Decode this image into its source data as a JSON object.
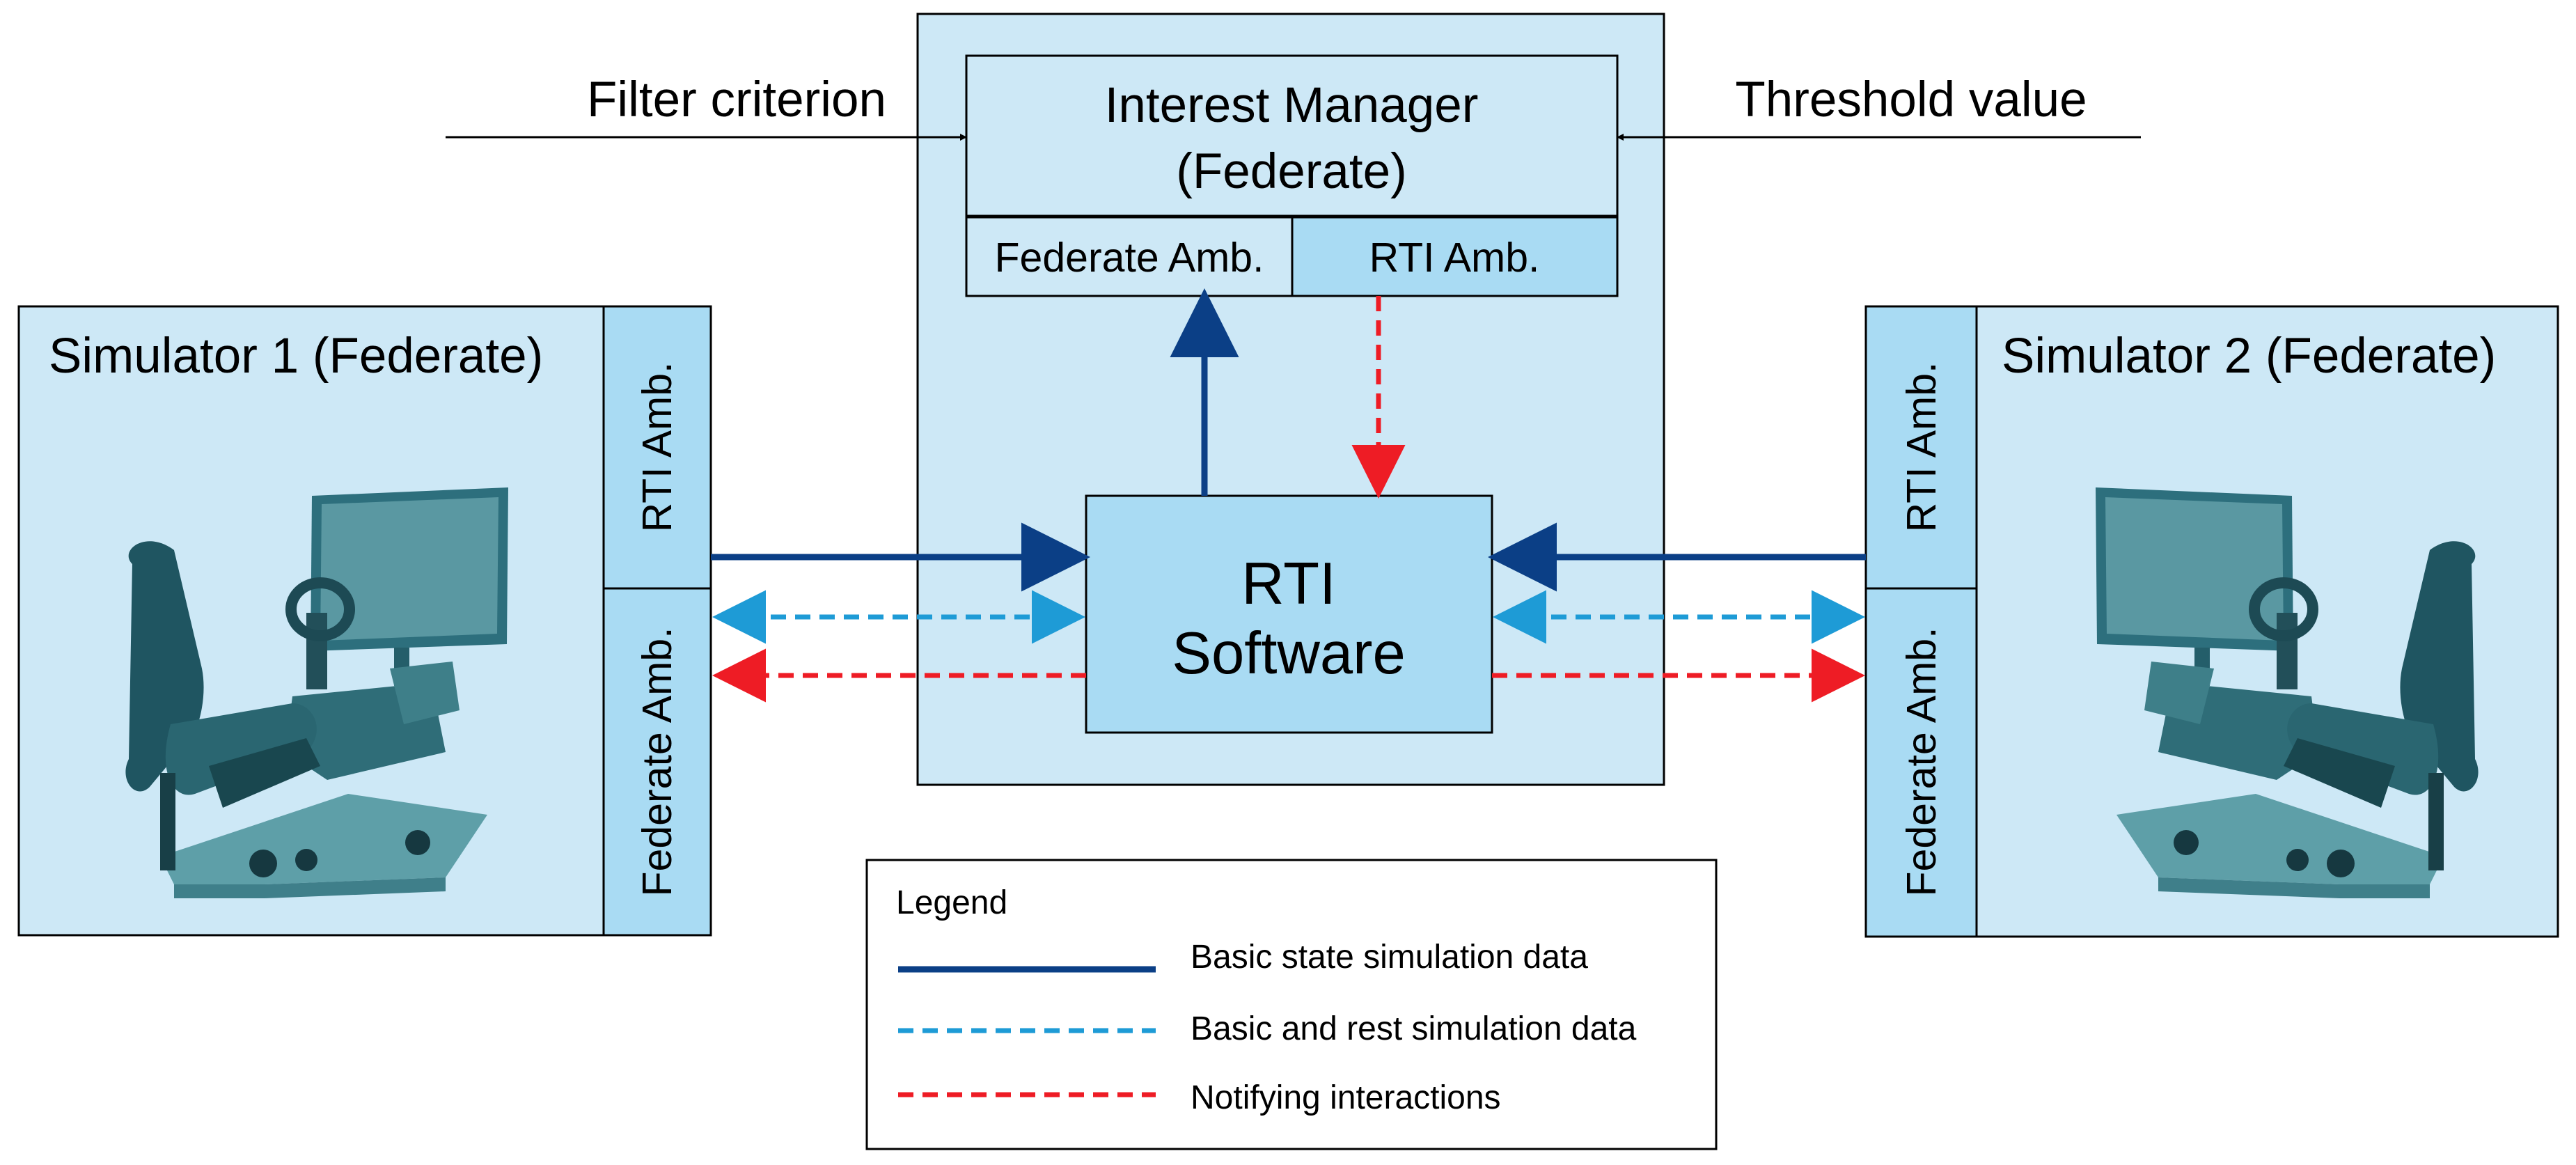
{
  "colors": {
    "light_fill": "#cde8f6",
    "mid_fill": "#a9dbf3",
    "stroke": "#000000",
    "basic_state": "#0b3f86",
    "basic_rest": "#1e9bd6",
    "notify": "#ee1c25"
  },
  "inputs": {
    "filter_criterion": "Filter criterion",
    "threshold_value": "Threshold value"
  },
  "interest_manager": {
    "title_line1": "Interest Manager",
    "title_line2": "(Federate)",
    "federate_amb": "Federate Amb.",
    "rti_amb": "RTI Amb."
  },
  "rti": {
    "line1": "RTI",
    "line2": "Software"
  },
  "simulator1": {
    "title": "Simulator 1 (Federate)",
    "rti_amb": "RTI Amb.",
    "federate_amb": "Federate Amb.",
    "image": "driving-simulator-icon"
  },
  "simulator2": {
    "title": "Simulator 2 (Federate)",
    "rti_amb": "RTI Amb.",
    "federate_amb": "Federate Amb.",
    "image": "driving-simulator-icon"
  },
  "legend": {
    "title": "Legend",
    "items": [
      {
        "label": "Basic state simulation data",
        "style": "solid"
      },
      {
        "label": "Basic and rest simulation data",
        "style": "dashed"
      },
      {
        "label": "Notifying interactions",
        "style": "dashed"
      }
    ]
  }
}
